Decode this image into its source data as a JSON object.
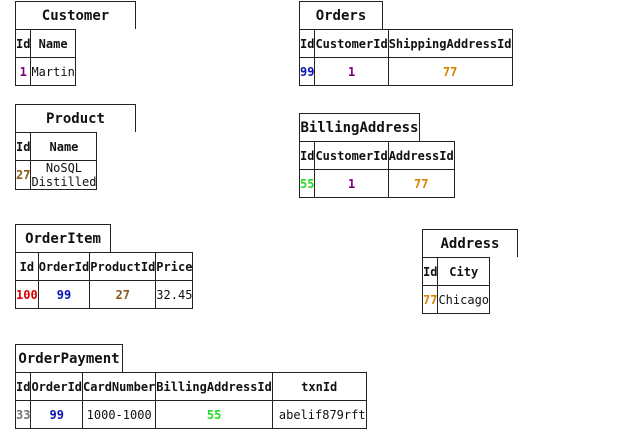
{
  "colors": {
    "purple": "#800080",
    "blue": "#0a14b4",
    "orange": "#d98200",
    "brown": "#8b5a1e",
    "green": "#22dd22",
    "red": "#dd0000",
    "gray": "#777777",
    "black": "#111111"
  },
  "tables": {
    "customer": {
      "name": "Customer",
      "headers": [
        "Id",
        "Name"
      ],
      "values": [
        "1",
        "Martin"
      ]
    },
    "orders": {
      "name": "Orders",
      "headers": [
        "Id",
        "CustomerId",
        "ShippingAddressId"
      ],
      "values": [
        "99",
        "1",
        "77"
      ]
    },
    "product": {
      "name": "Product",
      "headers": [
        "Id",
        "Name"
      ],
      "values": [
        "27",
        "NoSQL Distilled"
      ]
    },
    "billing_address": {
      "name": "BillingAddress",
      "headers": [
        "Id",
        "CustomerId",
        "AddressId"
      ],
      "values": [
        "55",
        "1",
        "77"
      ]
    },
    "order_item": {
      "name": "OrderItem",
      "headers": [
        "Id",
        "OrderId",
        "ProductId",
        "Price"
      ],
      "values": [
        "100",
        "99",
        "27",
        "32.45"
      ]
    },
    "address": {
      "name": "Address",
      "headers": [
        "Id",
        "City"
      ],
      "values": [
        "77",
        "Chicago"
      ]
    },
    "order_payment": {
      "name": "OrderPayment",
      "headers": [
        "Id",
        "OrderId",
        "CardNumber",
        "BillingAddressId",
        "txnId"
      ],
      "values": [
        "33",
        "99",
        "1000-1000",
        "55",
        "abelif879rft"
      ]
    }
  }
}
